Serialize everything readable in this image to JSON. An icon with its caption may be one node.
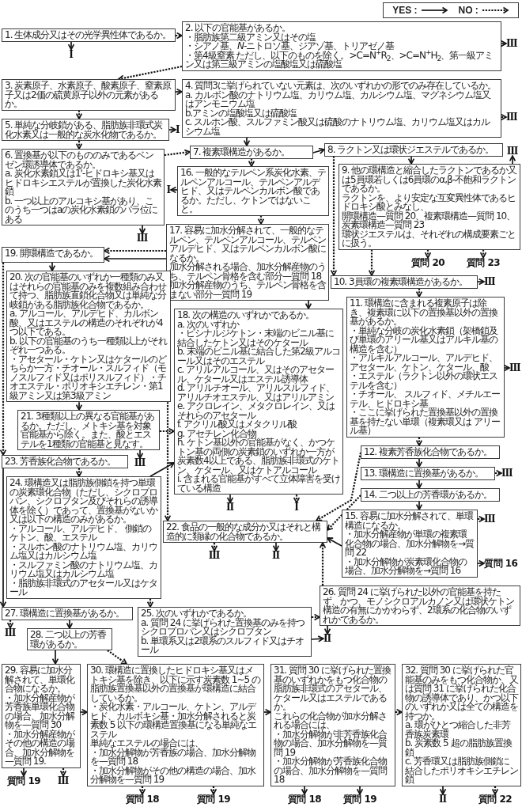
{
  "diagram": {
    "nodes": [
      {
        "text": [
          "1. 生体成分又はその光学異性体であるか。"
        ]
      },
      {
        "text": [
          "2. 以下の官能基があるか。",
          "・脂肪族第二級アミン又はその塩",
          "・シアノ基、*N*-ニトロソ基、ジアゾ基、トリアゼノ基",
          "・第4級窒素 ただし、以下のものを除く。>C=N$^{+}$R$_{2}$、>C=N$^{+}$H$_{2}$、第一級アミン又は第三級アミンの塩酸塩又は硫酸塩"
        ]
      },
      {
        "text": [
          "3. 炭素原子、水素原子、酸素原子、窒素原子又は2価の硫黄原子以外の元素があるか。"
        ]
      },
      {
        "text": [
          "4. 質問3に挙げられていない元素は、次のいずれかの形でのみ存在しているか。",
          "a. カルボン酸のナトリウム塩、カリウム塩、カルシウム塩、マグネシウム塩又はアンモニウム塩",
          "b.アミンの塩酸塩又は硫酸塩",
          "c. スルホン酸、スルファミン酸又は硫酸のナトリウム塩、カリウム塩又はカルシウム塩"
        ]
      },
      {
        "text": [
          "5. 単純な分岐鎖がある、脂肪族非環式炭化水素又は一般的な炭水化物であるか。"
        ]
      },
      {
        "text": [
          "6. 置換基が以下のもののみであるベンゼン環誘導体であるか。",
          "a. 炭化水素鎖又は1'-ヒドロキシ基又はヒドロキシエステルが置換した炭化水素鎖",
          "b. 一つ以上のアルコキシ基があり、このうち一つはaの炭化水素鎖のパラ位にある"
        ]
      },
      {
        "text": [
          "7. 複素環構造があるか。"
        ]
      },
      {
        "text": [
          "8. ラクトン又は環状ジエステルであるか。"
        ]
      },
      {
        "text": [
          "9. 他の環構造と縮合したラクトンであるか又は5員環若しくは6員環のα,β-不飽和ラクトンであるか。",
          "ラクトンを、より安定な互変異性体であるヒドロキシ酸とみなし、",
          "開環構造—質問 20、複素環構造—質問 10、炭素環構造—質問 23",
          "環状ジエステルは、それぞれの構成要素ごとに扱う。"
        ]
      },
      {
        "text": [
          "10. 3員環の複素環構造があるか。"
        ]
      },
      {
        "text": [
          "11. 環構造に含まれる複素原子は除き、複素環に以下の置換基以外の置換基があるか。",
          "・単純な分岐の炭化水素鎖（架橋鎖及び単環のアリール基又はアルキル基の構造を含む）",
          "・アルキルアルコール、アルデヒド、アセタール、ケトン、ケタール、酸",
          "・エステル（ラクトン以外の環状エステルを含む）",
          "・チオール、 スルフィド、メチルエーテル、ヒドロキシ基",
          "・ここに挙げられた置換基以外の置換基を持たない単環（複素環又は アリール基）"
        ]
      },
      {
        "text": [
          "12. 複素芳香族化合物であるか。"
        ]
      },
      {
        "text": [
          "13. 環構造に置換基があるか。"
        ]
      },
      {
        "text": [
          "14. 二つ以上の芳香環があるか。"
        ]
      },
      {
        "text": [
          "15. 容易に加水分解されて、単環構造になるか。",
          "・加水分解産物が単環の複素環化合物の場合、加水分解物を→質問 22",
          "・加水分解物が炭素環化合物の場合、加水分解物を→質問 16"
        ]
      },
      {
        "text": [
          "16. 一般的なテルペン系炭化水素、テルペンアルコール、テルペンアルデヒド、又はテルペンカルボン酸であるか。ただし、ケトンではないこと。"
        ]
      },
      {
        "text": [
          "17. 容易に加水分解されて、一般的なテルペン、テルペンアルコール、テルペンアルデヒド、又はテルペンカルボン酸になるか。",
          "加水分解される場合、加水分解産物のうち、テルペン骨格を含む部分—質問 18",
          "加水分解産物のうち、テルペン骨格を含まない部分—質問 19"
        ]
      },
      {
        "text": [
          "18. 次の構造のいずれかであるか。",
          "a. 次のいずれか",
          "・ビシナルジケトン・末端のビニル基に結合したケトン又はそのケタール",
          "b. 末端のビニル基に結合した第2級アルコール又はそのエステル",
          "c. アリルアルコール、又はそのアセタール、ケタール又はエステル誘導体",
          "d. アリルチオール、アリルスルフィド、アリルチオエステル、又はアリルアミン",
          "e. アクロレイン、メタクロレイン、又はそれらのアセタール",
          "f. アクリル酸又はメタクリル酸",
          "g. アセチレン化合物",
          "h. ケトン基以外の官能基がなく、かつケトン基の両側の炭素鎖のいずれか一方が炭素数4以上である、脂肪族非環式のケトン、ケタール、又はケトアルコール",
          "i. 含まれる官能基がすべて立体障害を受けている構造"
        ]
      },
      {
        "text": [
          "19. 開環構造であるか。"
        ]
      },
      {
        "text": [
          "20. 次の官能基のいずれか一種類のみ又はそれらの官能基のみを複数組み合わせて持つ、脂肪族直鎖化合物又は単純な分岐鎖がある脂肪族化合物であるか。",
          "a. アルコール、アルデヒド、カルボン酸、又はエステルの構造のそれぞれが4つ以下である。",
          "b. 以下の官能基のうち一種類以上がそれぞれ一つある。",
          "・アセタール・ケトン又はケタールのどちらか一方・チオール・スルフィド（モノスルフィド又はポリスルフィド）・チオエステル・ポリオキシエチレン・第1級アミン又は第3級アミン"
        ]
      },
      {
        "text": [
          "21. 3種類以上の異なる官能基があるか。ただし、メトキシ基を対象官能基から除く。また、酸とエステルを1種類の官能基と見なす。"
        ]
      },
      {
        "text": [
          "22. 食品の一般的な成分か又はそれと構造的に類縁の化合物であるか。"
        ]
      },
      {
        "text": [
          "23. 芳香族化合物であるか。"
        ]
      },
      {
        "text": [
          "24. 環構造又は脂肪族側鎖を持つ単環の炭素環化合物（ただし、シクロプロパン、シクロブタン及びそれらの誘導体を除く）であって、置換基がないか又は以下の構造のみがあるか。",
          "・アルコール、アルデヒド、 側鎖のケトン、酸、エステル",
          "・スルホン酸のナトリウム塩、カリウム塩又はカルシウム塩",
          "・スルファミン酸のナトリウム塩、カリウム塩又はカルシウム塩",
          "・脂肪族非環式のアセタール又はケタール"
        ]
      },
      {
        "text": [
          "25. 次のいずれかであるか。",
          "a. 質問 24 に挙げられた置換基のみを持つシクロプロパン又はシクロブタン",
          "b. 単環系又は2環系のスルフィド又はチオール"
        ]
      },
      {
        "text": [
          "26. 質問 24 に挙げられた以外の官能基を持たず、かつ、モノシクロアルカノン又は環状ケトン構造の有無にかかわらず、2環系の化合物のいずれかであるか。"
        ]
      },
      {
        "text": [
          "27. 環構造に置換基があるか。"
        ]
      },
      {
        "text": [
          "28. 二つ以上の芳香環があるか。"
        ]
      },
      {
        "text": [
          "29. 容易に加水分解されて、単環化合物になるか。",
          "・加水分解産物が芳香族単環化合物の場合、加水分解物を—質問 30",
          "・加水分解産物がその他の構造の場合、加水分解物を—質問 19."
        ]
      },
      {
        "text": [
          "30. 環構造に置換したヒドロキシ基又はメトキシ基を除き、以下に示す炭素数 1~5 の脂肪族置換基以外の置換基が環構造に結合しているか。",
          "・炭化水素・アルコール、ケトン、アルデヒド、カルボキシ基・加水分解されると炭素数 5 以下の環構造置換基になる単純なエステル",
          "単純なエステルの場合には、",
          "・加水分解物が芳香族の場合、加水分解物を—質問 18",
          "・加水分解物がその他の構造の場合、加水分解物を—質問 19"
        ]
      },
      {
        "text": [
          "31. 質問 30 に挙げられた置換基のいずれかをもつ化合物の脂肪族非環式のアセタール、ケタール又はエステルであるか。",
          "これらの化合物が加水分解される場合には、",
          "・加水分解物が非芳香族化合物の場合、加水分解物を—質問 19",
          "・加水分解物が芳香族化合物の場合、加水分解物を—質問 18"
        ]
      },
      {
        "text": [
          "32. 質問 30 に挙げられた官能基のみをもつ化合物か、又は質問 31 に挙げられた化合物の誘導体であり、かつ以下のいずれか又は全ての構造を持つか。",
          "a. 環がひとつ縮合した非芳香族炭素環",
          "b. 炭素数 5 超の脂肪族置換鎖",
          "c. 芳香環又は脂肪族側鎖に結合したポリオキシエチレン鎖"
        ]
      },
      {
        "text": [
          "Ⅲ"
        ]
      },
      {
        "text": [
          "Ⅰ"
        ]
      },
      {
        "text": [
          "Ⅲ"
        ]
      },
      {
        "text": [
          "Ⅰ"
        ]
      },
      {
        "text": [
          "Ⅲ"
        ]
      },
      {
        "text": [
          "Ⅰ"
        ]
      },
      {
        "text": [
          "Ⅲ"
        ]
      },
      {
        "text": [
          "質問 20"
        ]
      },
      {
        "text": [
          "質問 23"
        ]
      },
      {
        "text": [
          "Ⅲ"
        ]
      },
      {
        "text": [
          "Ⅲ"
        ]
      },
      {
        "text": [
          "Ⅲ"
        ]
      },
      {
        "text": [
          "Ⅲ"
        ]
      },
      {
        "text": [
          "Ⅰ"
        ]
      },
      {
        "text": [
          "Ⅲ"
        ]
      },
      {
        "text": [
          "Ⅱ"
        ]
      },
      {
        "text": [
          "Ⅲ"
        ]
      },
      {
        "text": [
          "質問 16"
        ]
      },
      {
        "text": [
          "Ⅲ"
        ]
      },
      {
        "text": [
          "Ⅱ"
        ]
      },
      {
        "text": [
          "質問 19"
        ]
      },
      {
        "text": [
          "Ⅲ"
        ]
      },
      {
        "text": [
          "Ⅱ"
        ]
      },
      {
        "text": [
          "質問 22"
        ]
      },
      {
        "text": [
          "質問 18"
        ]
      },
      {
        "text": [
          "質問 19"
        ]
      },
      {
        "text": [
          "質問 18"
        ]
      },
      {
        "text": [
          "質問 19"
        ]
      },
      {
        "text": [
          "Ⅱ"
        ]
      }
    ],
    "edges": [
      {
        "from": 0,
        "to": 1,
        "arrow": "to",
        "style": "dashed"
      },
      {
        "from": 0,
        "to": 33,
        "arrow": "to"
      },
      {
        "from": 1,
        "to": 32,
        "arrow": "to"
      },
      {
        "from": 1,
        "to": 2,
        "arrow": "to",
        "style": "dashed"
      },
      {
        "from": 2,
        "to": 3,
        "arrow": "to"
      },
      {
        "from": 2,
        "to": 4,
        "arrow": "to",
        "style": "dashed"
      },
      {
        "from": 3,
        "to": 34,
        "arrow": "to",
        "style": "dashed"
      },
      {
        "from": 3,
        "to": 6,
        "arrow": "to"
      },
      {
        "from": 4,
        "to": 35,
        "arrow": "to"
      },
      {
        "from": 4,
        "to": 5,
        "arrow": "to",
        "style": "dashed"
      },
      {
        "from": 5,
        "to": 6,
        "arrow": "to",
        "style": "dashed"
      },
      {
        "from": 5,
        "to": 38,
        "arrow": "to"
      },
      {
        "from": 6,
        "to": 7,
        "arrow": "to"
      },
      {
        "from": 6,
        "to": 15,
        "arrow": "to",
        "style": "dashed"
      },
      {
        "from": 7,
        "to": 8,
        "arrow": "to"
      },
      {
        "from": 7,
        "to": 9,
        "arrow": "to",
        "style": "dashed"
      },
      {
        "from": 8,
        "to": 36,
        "arrow": "to"
      },
      {
        "from": 8,
        "to": 9,
        "arrow": "to",
        "style": "dashed"
      },
      {
        "from": 8,
        "to": 39,
        "arrow": "to",
        "style": "dashed"
      },
      {
        "from": 8,
        "to": 40,
        "arrow": "to",
        "style": "dashed"
      },
      {
        "from": 15,
        "to": 37,
        "arrow": "to"
      },
      {
        "from": 15,
        "to": 16,
        "arrow": "to",
        "style": "dashed"
      },
      {
        "from": 16,
        "to": 18,
        "arrow": "to",
        "style": "dashed"
      },
      {
        "from": 16,
        "to": 18,
        "arrow": "to"
      },
      {
        "from": 16,
        "to": 17,
        "arrow": "to"
      },
      {
        "from": 9,
        "to": 41,
        "arrow": "to"
      },
      {
        "from": 9,
        "to": 10,
        "arrow": "to",
        "style": "dashed"
      },
      {
        "from": 18,
        "to": 19,
        "arrow": "to"
      },
      {
        "from": 18,
        "to": 22,
        "arrow": "to",
        "style": "dashed"
      },
      {
        "from": 10,
        "to": 42,
        "arrow": "to"
      },
      {
        "from": 10,
        "to": 11,
        "arrow": "to",
        "style": "dashed"
      },
      {
        "from": 19,
        "to": 20,
        "arrow": "to"
      },
      {
        "from": 19,
        "to": 21,
        "arrow": "to",
        "style": "dashed"
      },
      {
        "from": 20,
        "to": 17,
        "arrow": "to",
        "style": "dashed"
      },
      {
        "from": 20,
        "to": 43,
        "arrow": "to"
      },
      {
        "from": 17,
        "to": 45,
        "arrow": "to",
        "style": "dashed"
      },
      {
        "from": 11,
        "to": 12,
        "arrow": "to"
      },
      {
        "from": 11,
        "to": 21,
        "arrow": "to",
        "style": "dashed"
      },
      {
        "from": 12,
        "to": 44,
        "arrow": "to",
        "style": "dashed"
      },
      {
        "from": 12,
        "to": 13,
        "arrow": "to"
      },
      {
        "from": 22,
        "to": 23,
        "arrow": "to",
        "style": "dashed"
      },
      {
        "from": 22,
        "to": 26,
        "arrow": "to"
      },
      {
        "from": 23,
        "to": 17,
        "arrow": "to"
      },
      {
        "from": 23,
        "to": 24,
        "arrow": "to",
        "style": "dashed"
      },
      {
        "from": 13,
        "to": 14,
        "arrow": "to"
      },
      {
        "from": 13,
        "to": 21,
        "arrow": "to",
        "style": "dashed"
      },
      {
        "from": 21,
        "to": 46,
        "arrow": "to",
        "style": "dashed"
      },
      {
        "from": 21,
        "to": 47,
        "arrow": "to"
      },
      {
        "from": 14,
        "to": 21,
        "arrow": "to"
      },
      {
        "from": 14,
        "to": 48,
        "arrow": "to",
        "style": "dashed"
      },
      {
        "from": 14,
        "to": 49,
        "arrow": "to"
      },
      {
        "from": 24,
        "to": 25,
        "arrow": "to",
        "style": "dashed"
      },
      {
        "from": 24,
        "to": 51,
        "arrow": "to"
      },
      {
        "from": 25,
        "to": 21,
        "arrow": "to",
        "style": "dashed"
      },
      {
        "from": 25,
        "to": 51,
        "arrow": "to"
      },
      {
        "from": 26,
        "to": 27,
        "arrow": "to"
      },
      {
        "from": 26,
        "to": 50,
        "arrow": "to",
        "style": "dashed"
      },
      {
        "from": 27,
        "to": 28,
        "arrow": "to"
      },
      {
        "from": 27,
        "to": 29,
        "arrow": "to",
        "style": "dashed"
      },
      {
        "from": 28,
        "to": 29,
        "arrow": "to"
      },
      {
        "from": 28,
        "to": 52,
        "arrow": "to"
      },
      {
        "from": 28,
        "to": 53,
        "arrow": "to",
        "style": "dashed"
      },
      {
        "from": 29,
        "to": 30,
        "arrow": "to"
      },
      {
        "from": 29,
        "to": 56,
        "arrow": "to",
        "style": "dashed"
      },
      {
        "from": 29,
        "to": 57,
        "arrow": "to",
        "style": "dashed"
      },
      {
        "from": 30,
        "to": 31,
        "arrow": "to",
        "style": "dashed"
      },
      {
        "from": 30,
        "to": 58,
        "arrow": "to"
      },
      {
        "from": 30,
        "to": 59,
        "arrow": "to"
      },
      {
        "from": 31,
        "to": 54,
        "arrow": "to"
      },
      {
        "from": 31,
        "to": 55,
        "arrow": "to",
        "style": "dashed"
      },
      {
        "from": 17,
        "to": 60,
        "arrow": "to"
      }
    ],
    "legend": [
      {
        "text": "YES :"
      },
      {
        "text": "NO :"
      }
    ]
  }
}
